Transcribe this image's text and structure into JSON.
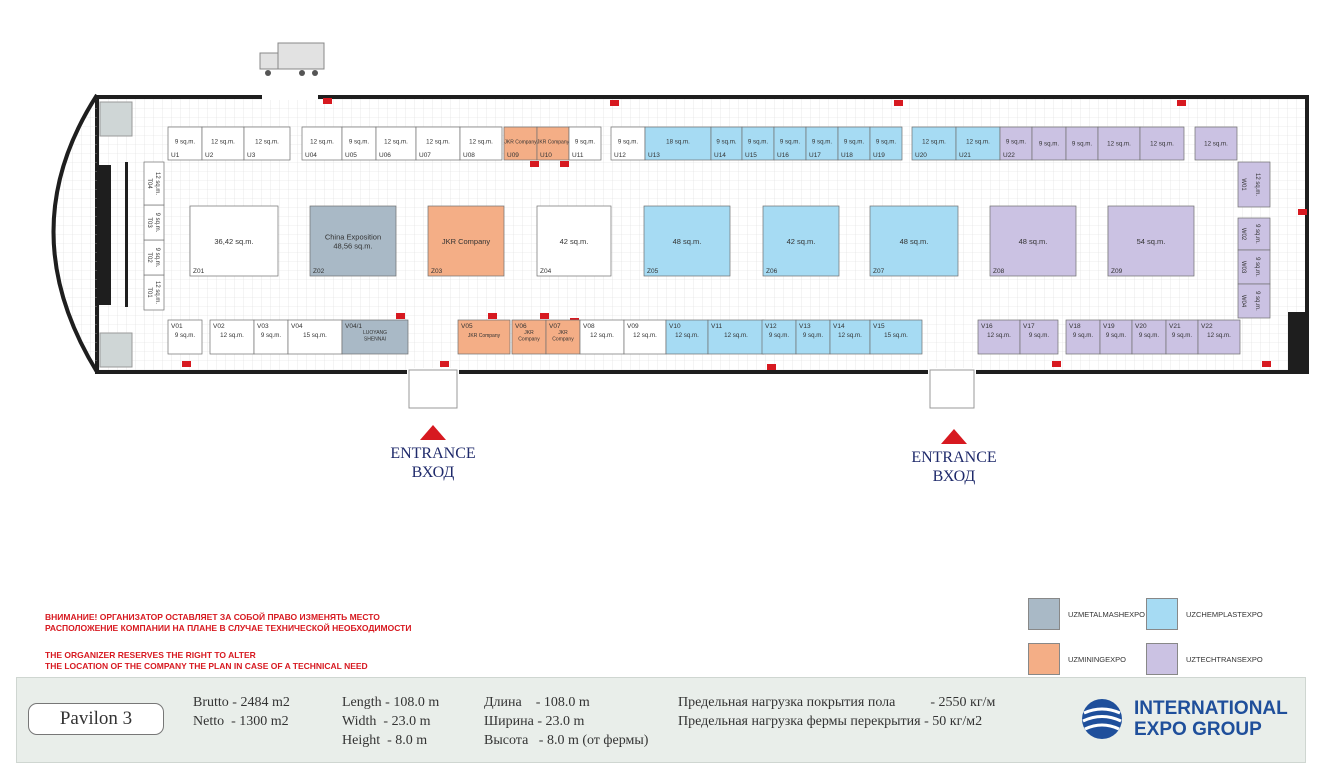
{
  "colors": {
    "metal": "#a9b9c6",
    "chem": "#a6dbf3",
    "mining": "#f4ae86",
    "tech": "#cbc2e3",
    "warning": "#d71920",
    "wall": "#1e1e1e"
  },
  "booths": [
    {
      "code": "U1",
      "area": "9 sq.m.",
      "cat": "none"
    },
    {
      "code": "U2",
      "area": "12 sq.m.",
      "cat": "none"
    },
    {
      "code": "U3",
      "area": "12 sq.m.",
      "cat": "none"
    },
    {
      "code": "U04",
      "area": "12 sq.m.",
      "cat": "none"
    },
    {
      "code": "U05",
      "area": "9 sq.m.",
      "cat": "none"
    },
    {
      "code": "U06",
      "area": "12 sq.m.",
      "cat": "none"
    },
    {
      "code": "U07",
      "area": "12 sq.m.",
      "cat": "none"
    },
    {
      "code": "U08",
      "area": "12 sq.m.",
      "cat": "none"
    },
    {
      "code": "U09",
      "area": "JKR Company",
      "cat": "mining"
    },
    {
      "code": "U10",
      "area": "JKR Company",
      "cat": "mining"
    },
    {
      "code": "U11",
      "area": "9 sq.m.",
      "cat": "none"
    },
    {
      "code": "U12",
      "area": "9 sq.m.",
      "cat": "none"
    },
    {
      "code": "U13",
      "area": "18 sq.m.",
      "cat": "chem"
    },
    {
      "code": "U14",
      "area": "9 sq.m.",
      "cat": "chem"
    },
    {
      "code": "U15",
      "area": "9 sq.m.",
      "cat": "chem"
    },
    {
      "code": "U16",
      "area": "9 sq.m.",
      "cat": "chem"
    },
    {
      "code": "U17",
      "area": "9 sq.m.",
      "cat": "chem"
    },
    {
      "code": "U18",
      "area": "9 sq.m.",
      "cat": "chem"
    },
    {
      "code": "U19",
      "area": "9 sq.m.",
      "cat": "chem"
    },
    {
      "code": "U20",
      "area": "12 sq.m.",
      "cat": "chem"
    },
    {
      "code": "U21",
      "area": "12 sq.m.",
      "cat": "chem"
    },
    {
      "code": "U22",
      "area": "9 sq.m.",
      "cat": "tech"
    },
    {
      "code": "",
      "area": "9 sq.m.",
      "cat": "tech"
    },
    {
      "code": "",
      "area": "9 sq.m.",
      "cat": "tech"
    },
    {
      "code": "",
      "area": "12 sq.m.",
      "cat": "tech"
    },
    {
      "code": "",
      "area": "12 sq.m.",
      "cat": "tech"
    },
    {
      "code": "",
      "area": "12 sq.m.",
      "cat": "tech"
    },
    {
      "code": "Z01",
      "area": "36,42 sq.m.",
      "cat": "none"
    },
    {
      "code": "Z02",
      "area": "China Exposition\n48,56 sq.m.",
      "cat": "metal"
    },
    {
      "code": "Z03",
      "area": "JKR Company",
      "cat": "mining"
    },
    {
      "code": "Z04",
      "area": "42 sq.m.",
      "cat": "none"
    },
    {
      "code": "Z05",
      "area": "48 sq.m.",
      "cat": "chem"
    },
    {
      "code": "Z06",
      "area": "42 sq.m.",
      "cat": "chem"
    },
    {
      "code": "Z07",
      "area": "48 sq.m.",
      "cat": "chem"
    },
    {
      "code": "Z08",
      "area": "48 sq.m.",
      "cat": "tech"
    },
    {
      "code": "Z09",
      "area": "54 sq.m.",
      "cat": "tech"
    },
    {
      "code": "V01",
      "area": "9 sq.m.",
      "cat": "none"
    },
    {
      "code": "V02",
      "area": "12 sq.m.",
      "cat": "none"
    },
    {
      "code": "V03",
      "area": "9 sq.m.",
      "cat": "none"
    },
    {
      "code": "V04",
      "area": "15 sq.m.",
      "cat": "none"
    },
    {
      "code": "V04/1",
      "area": "LUOYANG\nSHENNAI",
      "cat": "metal"
    },
    {
      "code": "V05",
      "area": "JKR Company",
      "cat": "mining"
    },
    {
      "code": "V06",
      "area": "JKR\nCompany",
      "cat": "mining"
    },
    {
      "code": "V07",
      "area": "JKR\nCompany",
      "cat": "mining"
    },
    {
      "code": "V08",
      "area": "12 sq.m.",
      "cat": "none"
    },
    {
      "code": "V09",
      "area": "12 sq.m.",
      "cat": "none"
    },
    {
      "code": "V10",
      "area": "12 sq.m.",
      "cat": "chem"
    },
    {
      "code": "V11",
      "area": "12 sq.m.",
      "cat": "chem"
    },
    {
      "code": "V12",
      "area": "9 sq.m.",
      "cat": "chem"
    },
    {
      "code": "V13",
      "area": "9 sq.m.",
      "cat": "chem"
    },
    {
      "code": "V14",
      "area": "12 sq.m.",
      "cat": "chem"
    },
    {
      "code": "V15",
      "area": "15 sq.m.",
      "cat": "chem"
    },
    {
      "code": "V16",
      "area": "12 sq.m.",
      "cat": "tech"
    },
    {
      "code": "V17",
      "area": "9 sq.m.",
      "cat": "tech"
    },
    {
      "code": "V18",
      "area": "9 sq.m.",
      "cat": "tech"
    },
    {
      "code": "V19",
      "area": "9 sq.m.",
      "cat": "tech"
    },
    {
      "code": "V20",
      "area": "9 sq.m.",
      "cat": "tech"
    },
    {
      "code": "V21",
      "area": "9 sq.m.",
      "cat": "tech"
    },
    {
      "code": "V22",
      "area": "12 sq.m.",
      "cat": "tech"
    },
    {
      "code": "T01",
      "area": "12 sq.m.",
      "cat": "none"
    },
    {
      "code": "T02",
      "area": "9 sq.m.",
      "cat": "none"
    },
    {
      "code": "T03",
      "area": "9 sq.m.",
      "cat": "none"
    },
    {
      "code": "T04",
      "area": "12 sq.m.",
      "cat": "none"
    },
    {
      "code": "W01",
      "area": "12 sq.m.",
      "cat": "tech"
    },
    {
      "code": "W02",
      "area": "9 sq.m.",
      "cat": "tech"
    },
    {
      "code": "W03",
      "area": "9 sq.m.",
      "cat": "tech"
    },
    {
      "code": "W04",
      "area": "9 sq.m.",
      "cat": "tech"
    }
  ],
  "entrances": [
    {
      "en": "ENTRANCE",
      "ru": "ВХОД"
    },
    {
      "en": "ENTRANCE",
      "ru": "ВХОД"
    }
  ],
  "warning_ru_1": "ВНИМАНИЕ! ОРГАНИЗАТОР ОСТАВЛЯЕТ ЗА СОБОЙ ПРАВО ИЗМЕНЯТЬ МЕСТО",
  "warning_ru_2": "РАСПОЛОЖЕНИЕ КОМПАНИИ НА ПЛАНЕ В СЛУЧАЕ ТЕХНИЧЕСКОЙ НЕОБХОДИМОСТИ",
  "warning_en_1": "THE ORGANIZER RESERVES THE RIGHT TO ALTER",
  "warning_en_2": "THE LOCATION OF THE COMPANY THE PLAN IN CASE OF A TECHNICAL NEED",
  "legend": [
    {
      "label": "UZMETALMASHEXPO",
      "color": "#a9b9c6"
    },
    {
      "label": "UZCHEMPLASTEXPO",
      "color": "#a6dbf3"
    },
    {
      "label": "UZMININGEXPO",
      "color": "#f4ae86"
    },
    {
      "label": "UZTECHTRANSEXPO",
      "color": "#cbc2e3"
    }
  ],
  "info": {
    "pavilon": "Pavilon 3",
    "brutto": "Brutto - 2484 m2",
    "netto": "Netto  - 1300 m2",
    "length": "Length - 108.0 m",
    "width": "Width  - 23.0 m",
    "height": "Height  - 8.0 m",
    "dlina": "Длина    - 108.0 m",
    "shirina": "Ширина - 23.0 m",
    "vysota": "Высота   - 8.0 m (от фермы)",
    "load_floor": "Предельная нагрузка покрытия пола          - 2550 кг/м",
    "load_truss": "Предельная нагрузка фермы перекрытия - 50 кг/м2"
  },
  "logo": {
    "line1": "INTERNATIONAL",
    "line2": "EXPO GROUP"
  }
}
